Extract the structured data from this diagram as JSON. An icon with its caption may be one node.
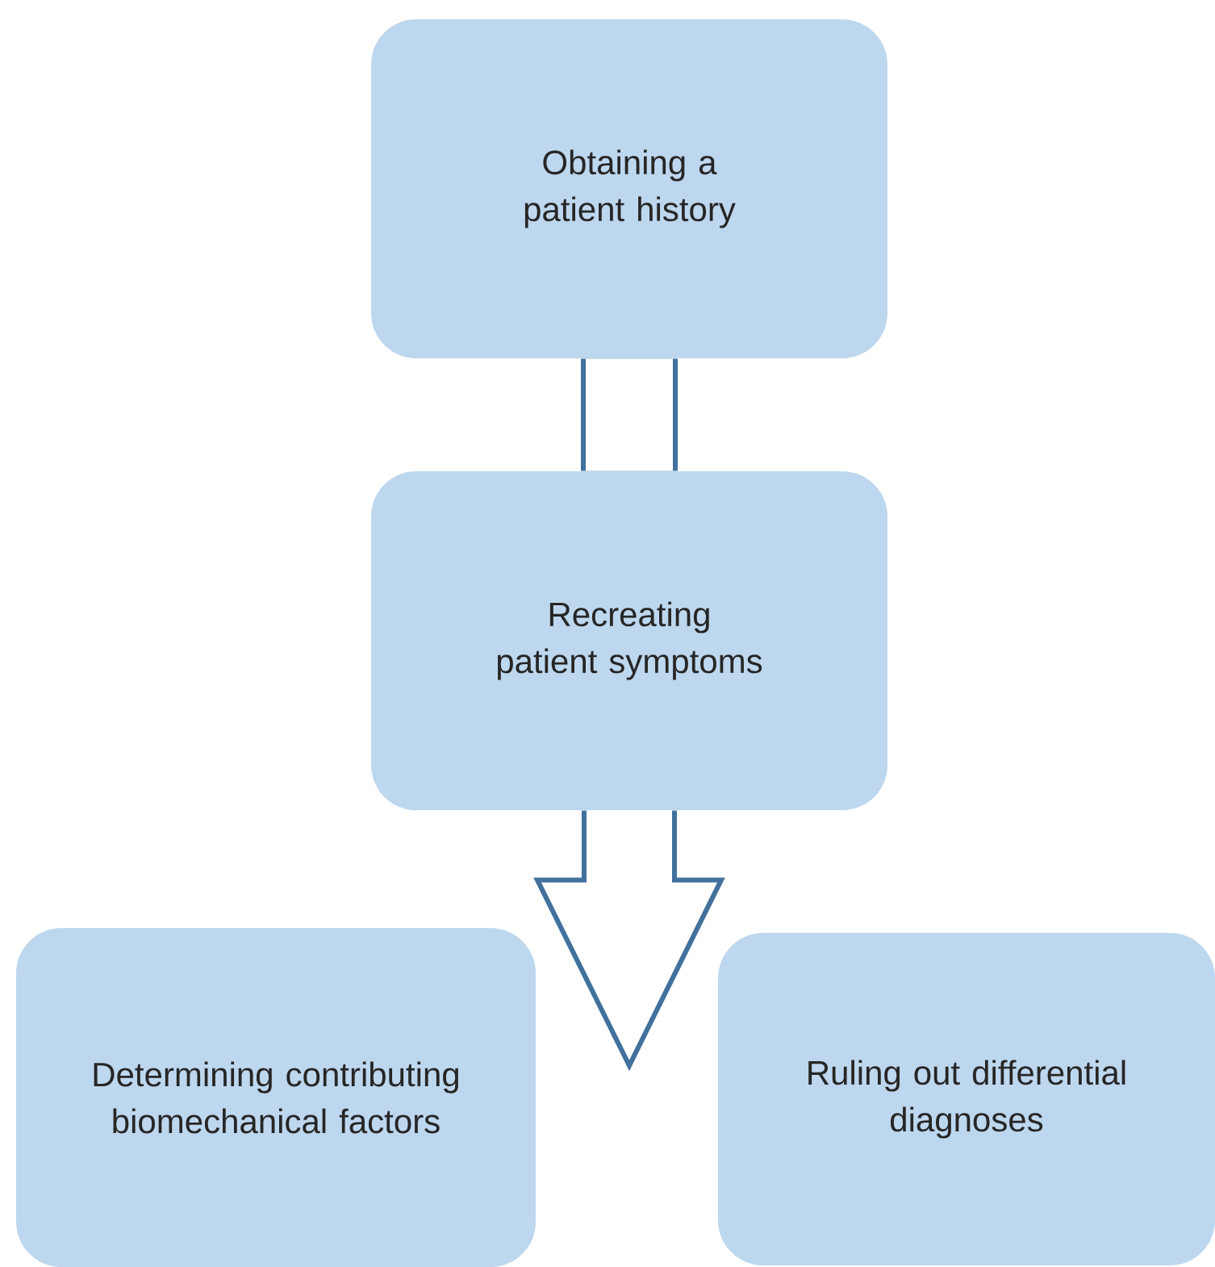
{
  "diagram": {
    "nodes": [
      {
        "text": [
          "Obtaining a patient history"
        ]
      },
      {
        "text": [
          "Recreating patient symptoms"
        ]
      },
      {
        "text": [
          "Determining contributing biomechanical factors"
        ]
      },
      {
        "text": [
          "Ruling out differential diagnoses"
        ]
      }
    ],
    "edges": [
      {
        "from": 0,
        "to": 1,
        "arrow": "none"
      },
      {
        "from": 1,
        "to": null,
        "arrow": "to"
      }
    ]
  }
}
